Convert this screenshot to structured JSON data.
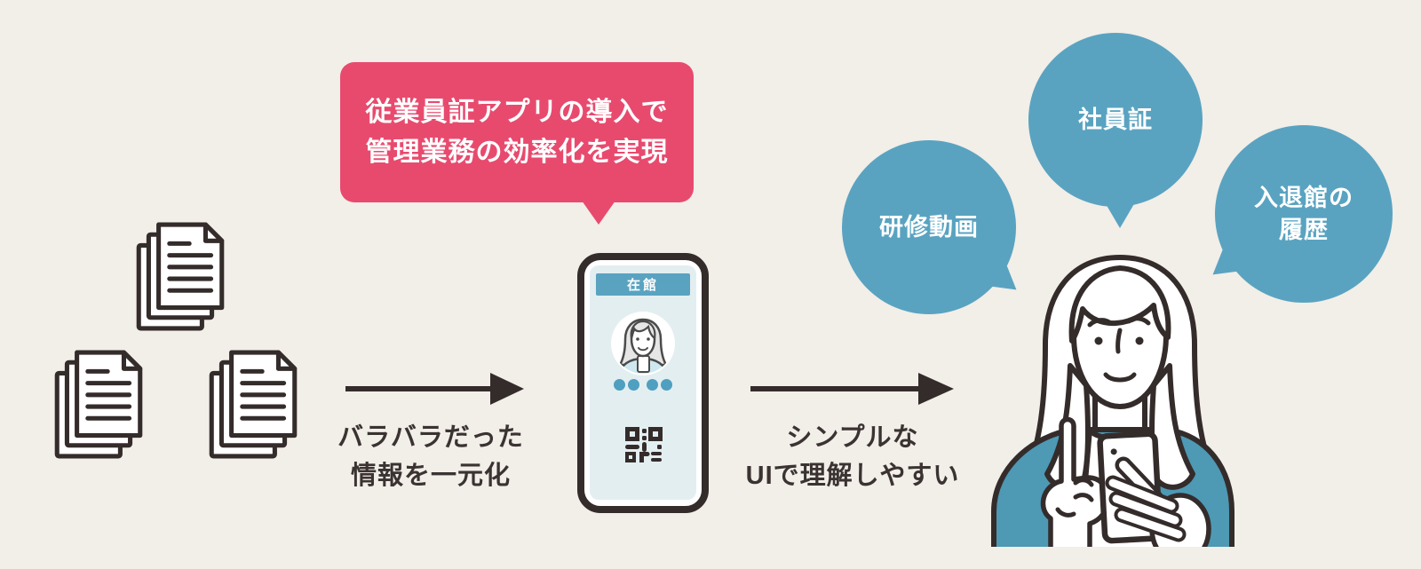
{
  "colors": {
    "background": "#F2EEE8",
    "outline": "#342C2B",
    "accent_pink": "#E84A6E",
    "accent_blue": "#59A3C1",
    "shirt_teal": "#4E99B4",
    "phone_screen": "#E3EEF1",
    "caption_text": "#3A3332"
  },
  "callout": {
    "text": "従業員証アプリの導入で\n管理業務の効率化を実現"
  },
  "documents": {
    "icon": "document-stack-icon",
    "stack_count": 3
  },
  "flow": {
    "left_arrow_caption": "バラバラだった\n情報を一元化",
    "right_arrow_caption": "シンプルな\nUIで理解しやすい"
  },
  "phone": {
    "status_badge": "在館",
    "status_dot_count": 4,
    "icons": [
      "avatar-icon",
      "qr-code-icon"
    ]
  },
  "feature_bubbles": [
    {
      "label": "研修動画"
    },
    {
      "label": "社員証"
    },
    {
      "label": "入退館の\n履歴"
    }
  ]
}
